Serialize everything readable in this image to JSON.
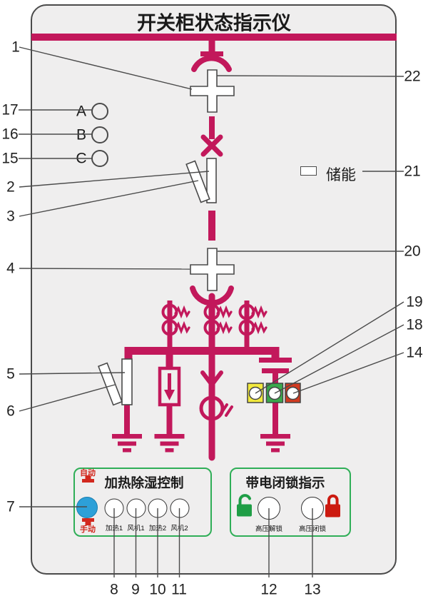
{
  "title": "开关柜状态指示仪",
  "colors": {
    "magenta": "#c2185b",
    "panel-bg": "#efeeee",
    "outline": "#4a4a4a",
    "ink": "#1a1a1a",
    "panel-green": "#2fae57",
    "button-blue": "#2da0d8",
    "accent-red": "#d2281e",
    "lamp-yellow": "#f2e93c",
    "lamp-green": "#3aa94c",
    "lamp-red": "#d23a20",
    "lock-green": "#1f9e46",
    "lock-red": "#cc1a10"
  },
  "indicators": {
    "phase_a": "A",
    "phase_b": "B",
    "phase_c": "C",
    "energy_storage": "储能"
  },
  "heater_panel": {
    "title": "加热除湿控制",
    "auto_label": "自动",
    "manual_label": "手动",
    "buttons": [
      "加热1",
      "风机1",
      "加热2",
      "风机2"
    ]
  },
  "lock_panel": {
    "title": "带电闭锁指示",
    "unlock_label": "高压解锁",
    "lock_label": "高压闭锁"
  },
  "callouts": {
    "n1": "1",
    "n2": "2",
    "n3": "3",
    "n4": "4",
    "n5": "5",
    "n6": "6",
    "n7": "7",
    "n8": "8",
    "n9": "9",
    "n10": "10",
    "n11": "11",
    "n12": "12",
    "n13": "13",
    "n14": "14",
    "n15": "15",
    "n16": "16",
    "n17": "17",
    "n18": "18",
    "n19": "19",
    "n20": "20",
    "n21": "21",
    "n22": "22"
  }
}
